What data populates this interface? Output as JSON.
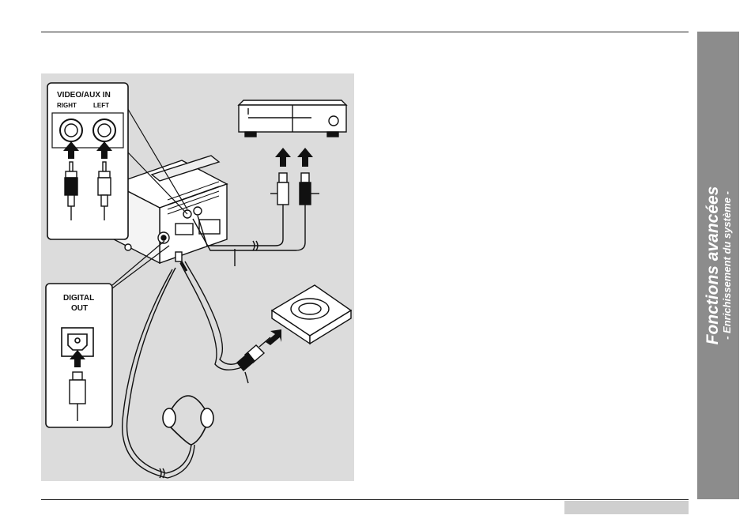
{
  "sidebar": {
    "title": "Fonctions avancées",
    "subtitle": "- Enrichissement du système -"
  },
  "figure": {
    "video_aux_in_label": "VIDEO/AUX IN",
    "right_label": "RIGHT",
    "left_label": "LEFT",
    "digital_out_label_1": "DIGITAL",
    "digital_out_label_2": "OUT"
  }
}
